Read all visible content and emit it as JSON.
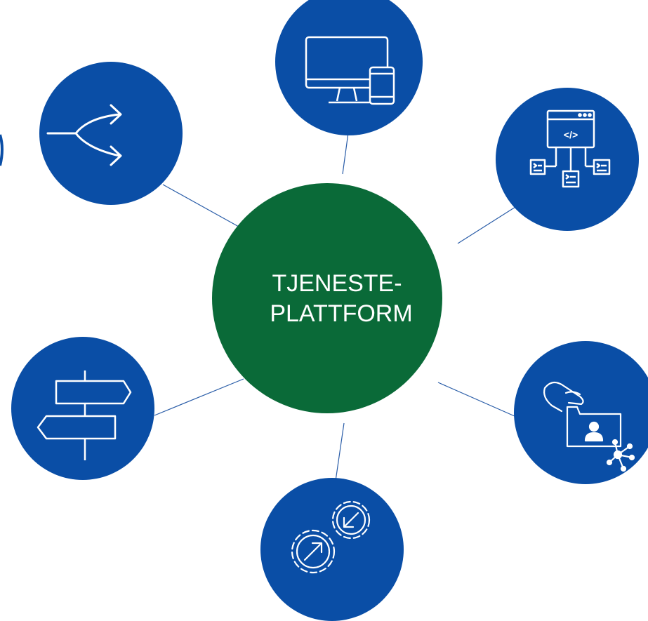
{
  "center": {
    "line1": "TJENESTE-",
    "line2": "PLATTFORM",
    "color": "#0a6a38"
  },
  "colors": {
    "satellite": "#0a4ea6",
    "connector": "#2a5da8",
    "icon": "#ffffff"
  },
  "satellites": [
    {
      "name": "branching-arrows",
      "icon": "split-arrows-icon"
    },
    {
      "name": "devices",
      "icon": "monitor-phone-icon"
    },
    {
      "name": "code-architecture",
      "icon": "code-window-tree-icon"
    },
    {
      "name": "signpost",
      "icon": "signpost-icon"
    },
    {
      "name": "handshake-profile",
      "icon": "hand-id-card-network-icon"
    },
    {
      "name": "gears",
      "icon": "gears-arrows-icon"
    }
  ]
}
